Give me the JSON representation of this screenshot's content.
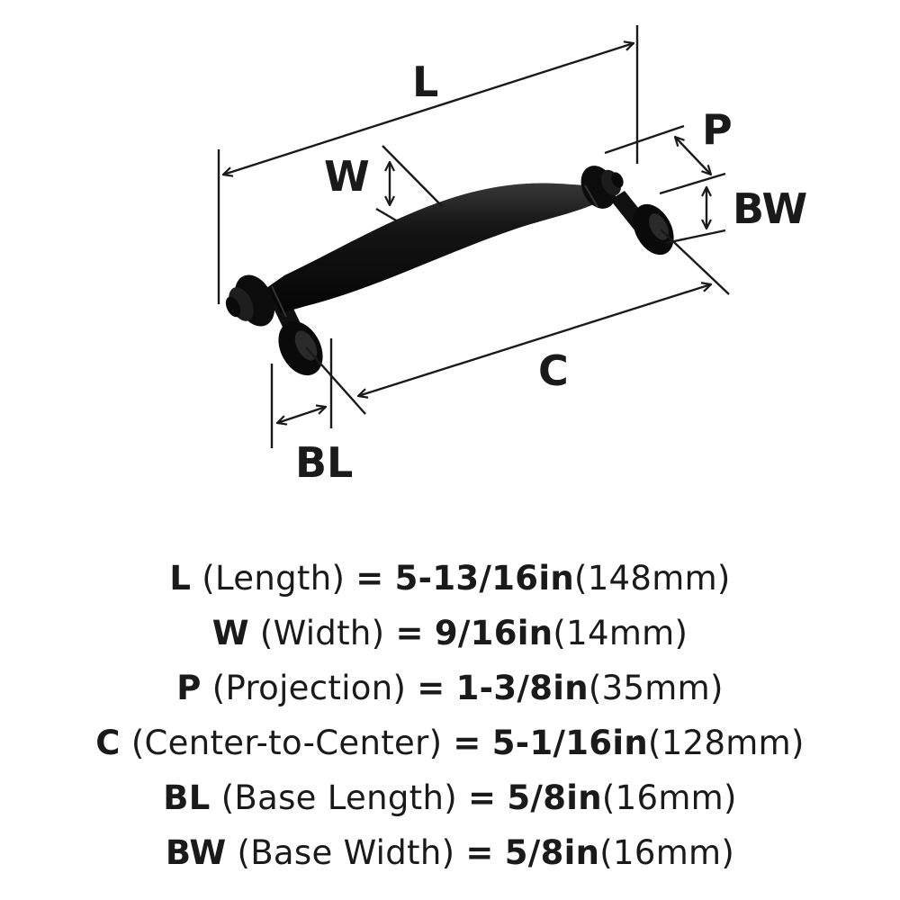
{
  "diagram": {
    "labels": {
      "L": "L",
      "W": "W",
      "P": "P",
      "BW": "BW",
      "C": "C",
      "BL": "BL"
    }
  },
  "specs": [
    {
      "code": "L",
      "name": "(Length)",
      "eq": "=",
      "imperial": "5-13/16in",
      "metric": "(148mm)"
    },
    {
      "code": "W",
      "name": "(Width)",
      "eq": "=",
      "imperial": "9/16in",
      "metric": "(14mm)"
    },
    {
      "code": "P",
      "name": "(Projection)",
      "eq": "=",
      "imperial": "1-3/8in",
      "metric": "(35mm)"
    },
    {
      "code": "C",
      "name": "(Center-to-Center)",
      "eq": "=",
      "imperial": "5-1/16in",
      "metric": "(128mm)"
    },
    {
      "code": "BL",
      "name": "(Base Length)",
      "eq": "=",
      "imperial": "5/8in",
      "metric": "(16mm)"
    },
    {
      "code": "BW",
      "name": "(Base Width)",
      "eq": "=",
      "imperial": "5/8in",
      "metric": "(16mm)"
    }
  ]
}
